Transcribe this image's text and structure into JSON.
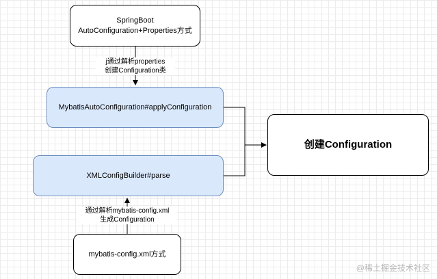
{
  "nodes": {
    "springboot_line1": "SpringBoot",
    "springboot_line2": "AutoConfiguration+Properties方式",
    "mybatis_auto": "MybatisAutoConfiguration#applyConfiguration",
    "xml_builder": "XMLConfigBuilder#parse",
    "mybatis_xml": "mybatis-config.xml方式",
    "create_config": "创建Configuration"
  },
  "edges": {
    "top_label_line1": "j通过解析properties",
    "top_label_line2": "创建Configuration类",
    "bottom_label_line1": "通过解析mybatis-config.xml",
    "bottom_label_line2": "生成Configuration"
  },
  "watermark": "@稀土掘金技术社区",
  "colors": {
    "process_fill": "#dae8fc",
    "process_stroke": "#6c8ebf",
    "line": "#000000"
  }
}
